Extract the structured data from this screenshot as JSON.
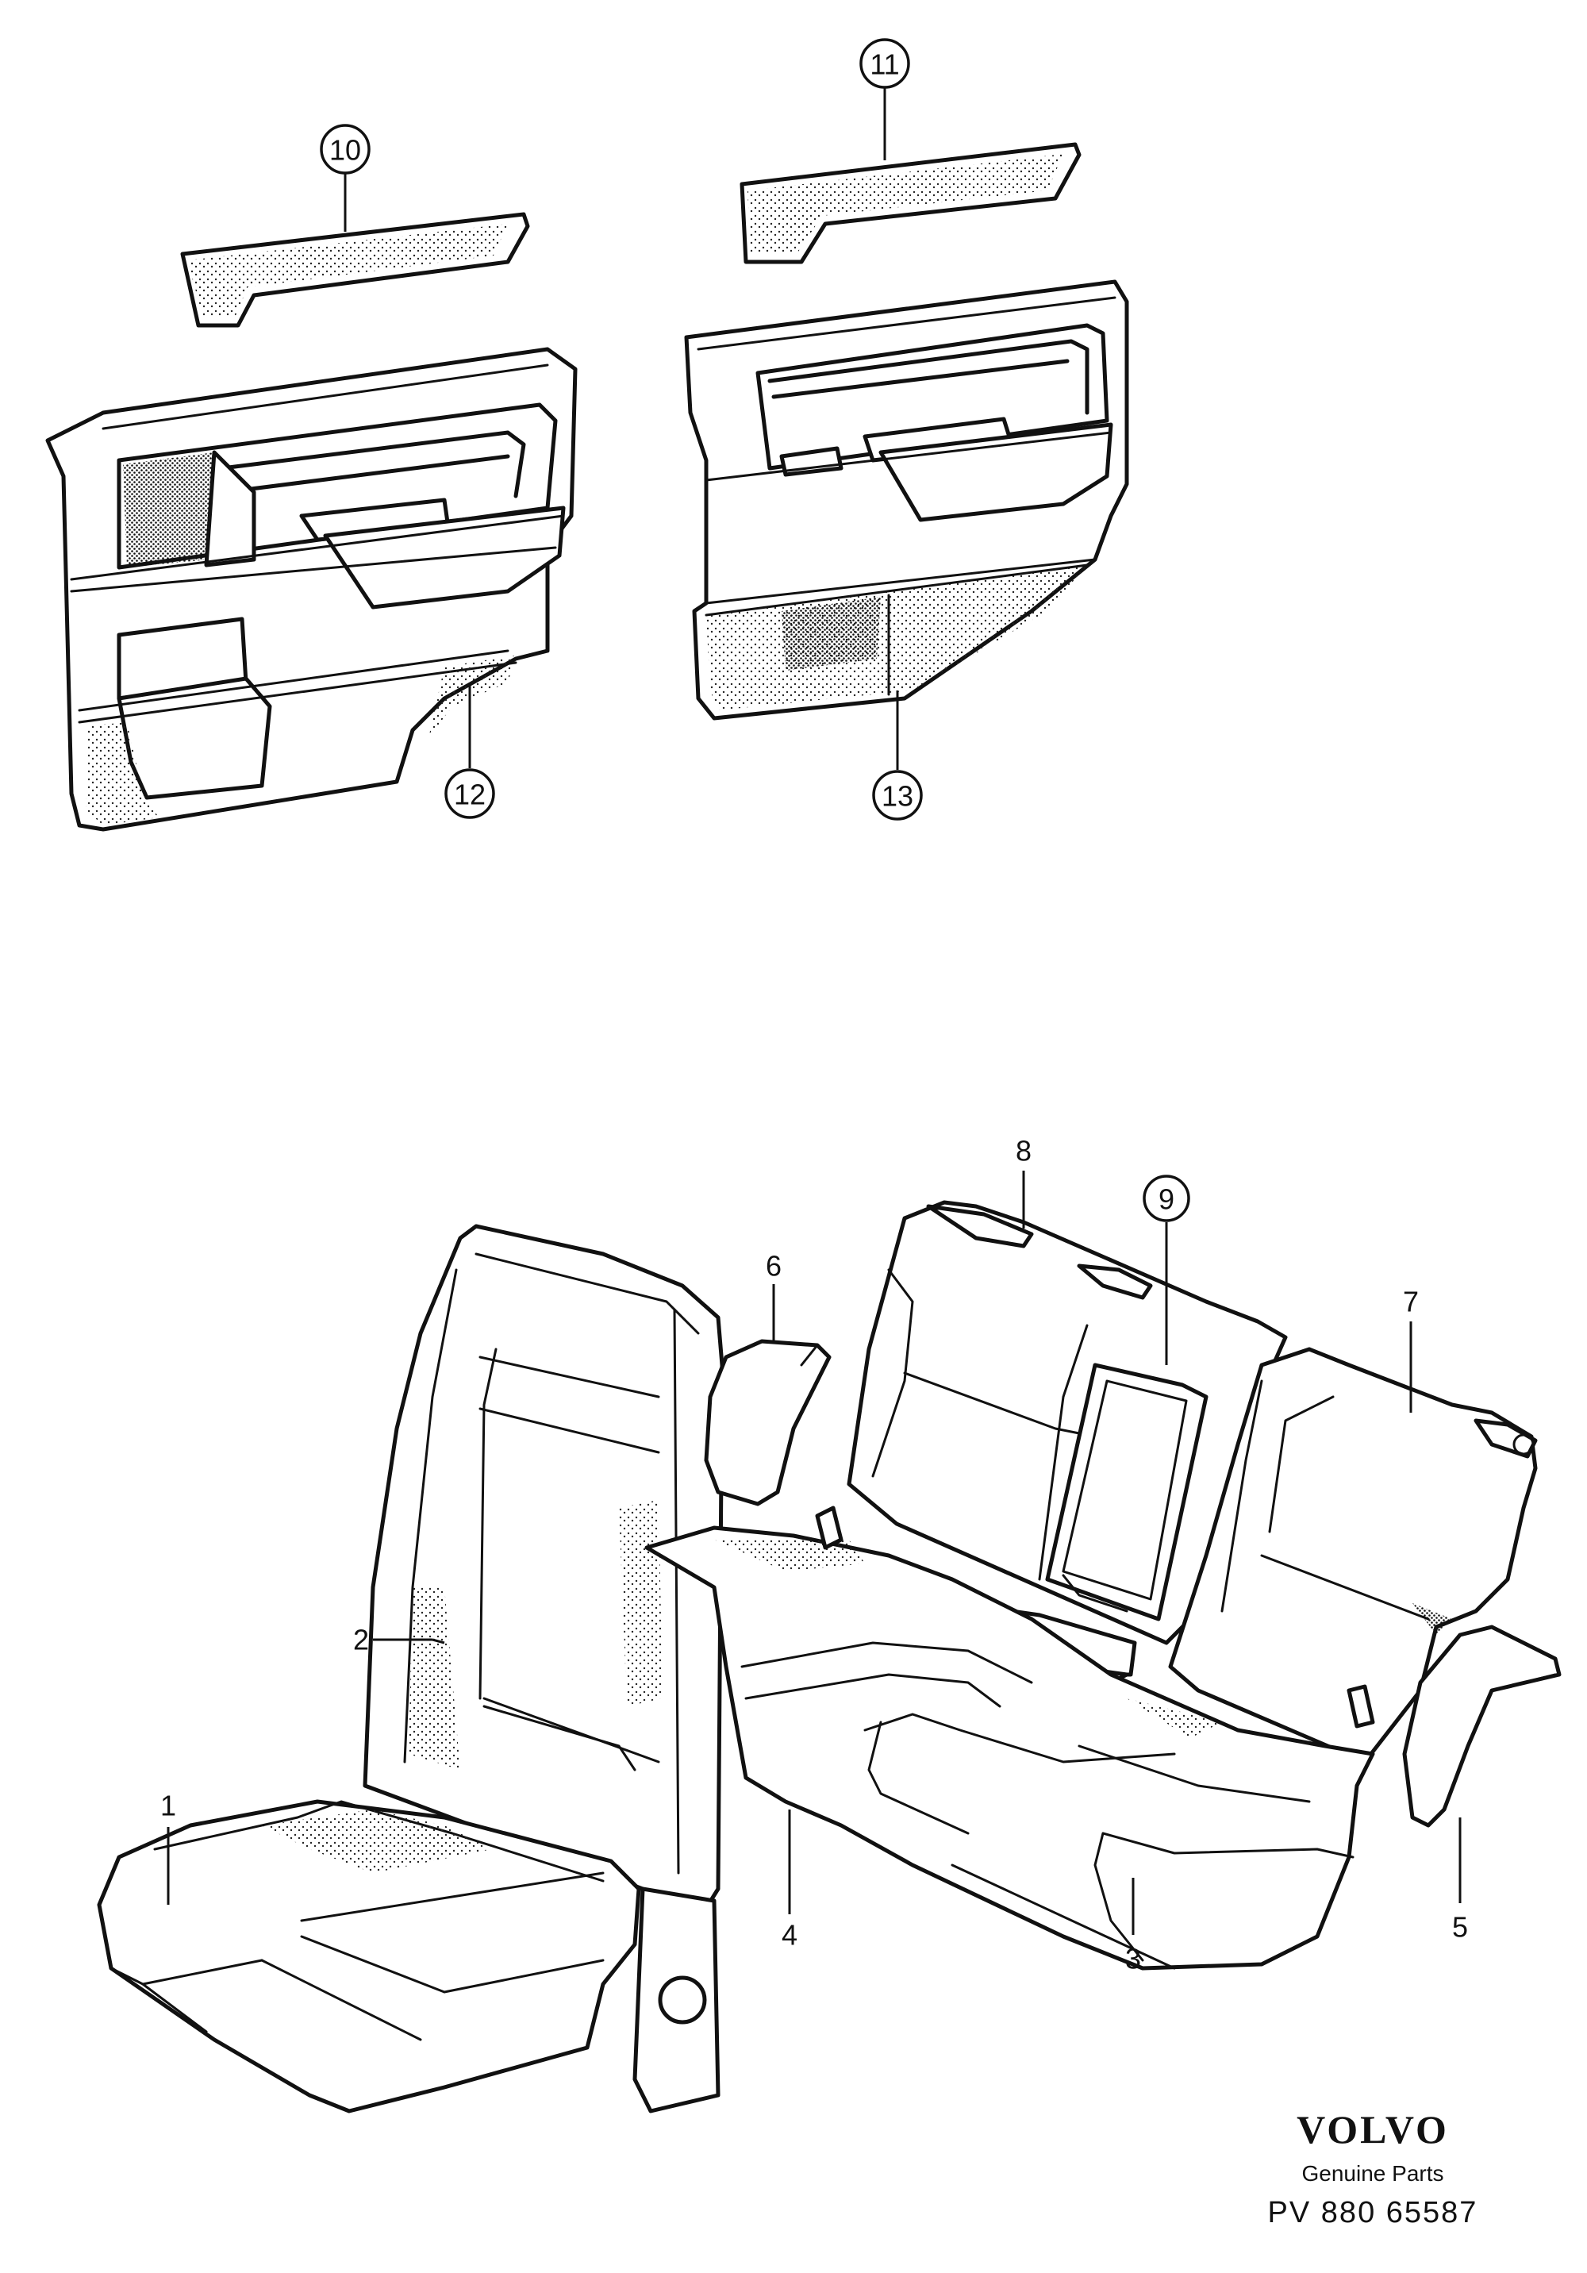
{
  "callouts": {
    "c1": "1",
    "c2": "2",
    "c3": "3",
    "c4": "4",
    "c5": "5",
    "c6": "6",
    "c7": "7",
    "c8": "8",
    "c9": "9",
    "c10": "10",
    "c11": "11",
    "c12": "12",
    "c13": "13"
  },
  "brand": {
    "name": "VOLVO",
    "tagline": "Genuine Parts",
    "code": "PV  880 65587"
  },
  "icons": {
    "front_door_panel": "front-door-panel-illustration",
    "rear_door_panel": "rear-door-panel-illustration",
    "front_seat": "front-seat-illustration",
    "rear_seat": "rear-seat-illustration"
  }
}
